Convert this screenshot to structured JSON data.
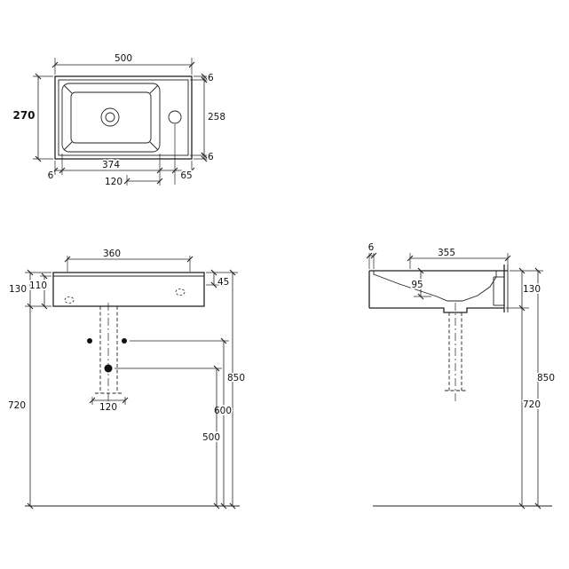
{
  "meta": {
    "background": "#ffffff",
    "ink": "#222222"
  },
  "plan": {
    "overall_width": "500",
    "overall_depth": "270",
    "rim_top": "6",
    "inner_depth": "258",
    "rim_bottom": "6",
    "rim_left": "6",
    "basin_length": "374",
    "drain_to_edge": "120",
    "tap_to_edge": "65"
  },
  "front": {
    "inner_width": "360",
    "front_height": "130",
    "inner_height": "110",
    "rim_band": "45",
    "total_height": "850",
    "drain_height": "600",
    "trap_height": "500",
    "bottom_height": "720",
    "drain_width": "120"
  },
  "side": {
    "rim_thickness": "6",
    "overall_depth": "355",
    "bowl_depth": "95",
    "front_height": "130",
    "total_height": "850",
    "bottom_height": "720"
  }
}
